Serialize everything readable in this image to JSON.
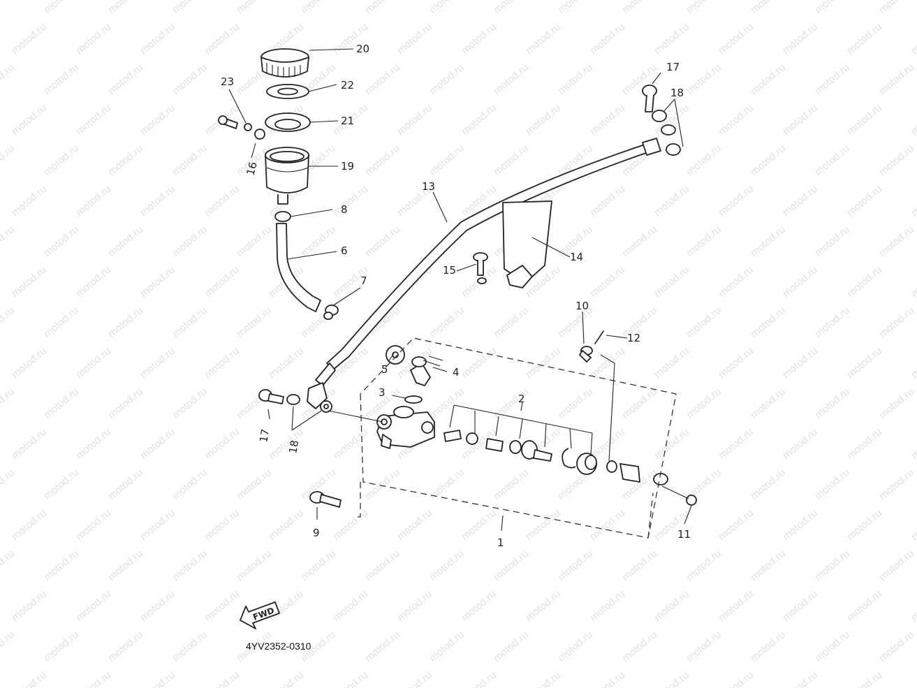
{
  "watermark": {
    "text": "motod.ru"
  },
  "diagram_code": "4YV2352-0310",
  "fwd_label": "FWD",
  "callouts": [
    {
      "key": "20",
      "text": "20"
    },
    {
      "key": "22",
      "text": "22"
    },
    {
      "key": "23",
      "text": "23"
    },
    {
      "key": "21",
      "text": "21"
    },
    {
      "key": "16",
      "text": "16"
    },
    {
      "key": "19",
      "text": "19"
    },
    {
      "key": "8",
      "text": "8"
    },
    {
      "key": "6",
      "text": "6"
    },
    {
      "key": "7",
      "text": "7"
    },
    {
      "key": "13",
      "text": "13"
    },
    {
      "key": "14",
      "text": "14"
    },
    {
      "key": "15",
      "text": "15"
    },
    {
      "key": "17a",
      "text": "17"
    },
    {
      "key": "18a",
      "text": "18"
    },
    {
      "key": "10",
      "text": "10"
    },
    {
      "key": "12",
      "text": "12"
    },
    {
      "key": "5",
      "text": "5"
    },
    {
      "key": "4",
      "text": "4"
    },
    {
      "key": "3",
      "text": "3"
    },
    {
      "key": "2",
      "text": "2"
    },
    {
      "key": "17b",
      "text": "17"
    },
    {
      "key": "18b",
      "text": "18"
    },
    {
      "key": "9",
      "text": "9"
    },
    {
      "key": "1",
      "text": "1"
    },
    {
      "key": "11",
      "text": "11"
    }
  ]
}
